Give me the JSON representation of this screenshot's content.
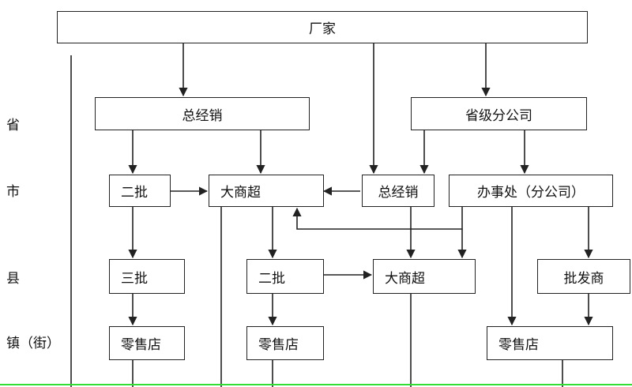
{
  "levels": {
    "province": "省",
    "city": "市",
    "county": "县",
    "town": "镇（街）"
  },
  "nodes": {
    "manufacturer": "厂家",
    "general_distributor_province": "总经销",
    "provincial_branch": "省级分公司",
    "second_wholesale_city": "二批",
    "hypermarket_city": "大商超",
    "general_distributor_city": "总经销",
    "office_branch": "办事处（分公司）",
    "third_wholesale": "三批",
    "second_wholesale_county": "二批",
    "hypermarket_county": "大商超",
    "wholesaler": "批发商",
    "retail_store_1": "零售店",
    "retail_store_2": "零售店",
    "retail_store_3": "零售店"
  },
  "colors": {
    "line": "#222222",
    "bottom_accent": "#33dd33"
  }
}
